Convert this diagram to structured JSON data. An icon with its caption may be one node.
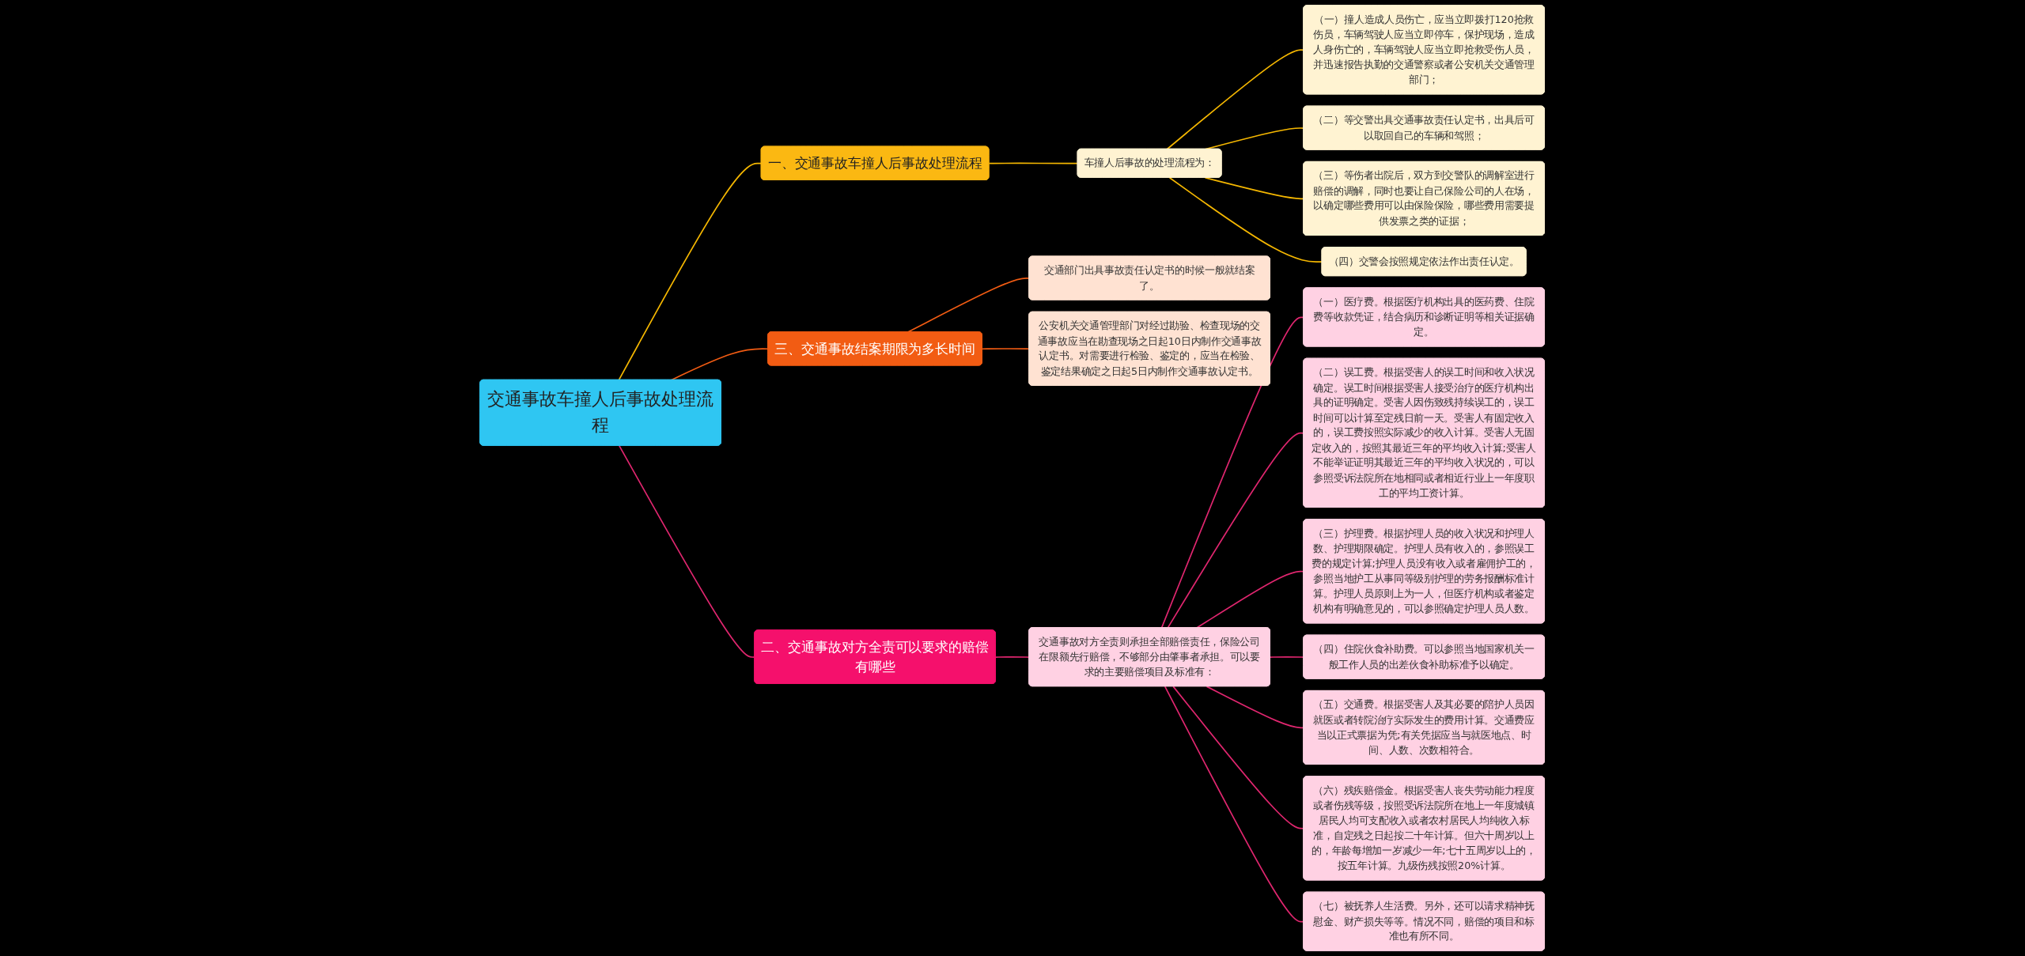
{
  "diagram": {
    "nodes": [
      {
        "text": [
          "交通事故车撞人后事故处理流程"
        ]
      },
      {
        "text": [
          "一、交通事故车撞人后事故处理流程"
        ]
      },
      {
        "text": [
          "车撞人后事故的处理流程为："
        ]
      },
      {
        "text": [
          "（一）撞人造成人员伤亡，应当立即拨打120抢救伤员，车辆驾驶人应当立即停车，保护现场，造成人身伤亡的，车辆驾驶人应当立即抢救受伤人员，并迅速报告执勤的交通警察或者公安机关交通管理部门；"
        ]
      },
      {
        "text": [
          "（二）等交警出具交通事故责任认定书，出具后可以取回自己的车辆和驾照；"
        ]
      },
      {
        "text": [
          "（三）等伤者出院后，双方到交警队的调解室进行赔偿的调解，同时也要让自己保险公司的人在场，以确定哪些费用可以由保险保险，哪些费用需要提供发票之类的证据；"
        ]
      },
      {
        "text": [
          "（四）交警会按照规定依法作出责任认定。"
        ]
      },
      {
        "text": [
          "三、交通事故结案期限为多长时间"
        ]
      },
      {
        "text": [
          "交通部门出具事故责任认定书的时候一般就结案了。"
        ]
      },
      {
        "text": [
          "公安机关交通管理部门对经过勘验、检查现场的交通事故应当在勘查现场之日起10日内制作交通事故认定书。对需要进行检验、鉴定的，应当在检验、鉴定结果确定之日起5日内制作交通事故认定书。"
        ]
      },
      {
        "text": [
          "二、交通事故对方全责可以要求的赔偿有哪些"
        ]
      },
      {
        "text": [
          "交通事故对方全责则承担全部赔偿责任，保险公司在限额先行赔偿，不够部分由肇事者承担。可以要求的主要赔偿项目及标准有："
        ]
      },
      {
        "text": [
          "（一）医疗费。根据医疗机构出具的医药费、住院费等收款凭证，结合病历和诊断证明等相关证据确定。"
        ]
      },
      {
        "text": [
          "（二）误工费。根据受害人的误工时间和收入状况确定。误工时间根据受害人接受治疗的医疗机构出具的证明确定。受害人因伤致残持续误工的，误工时间可以计算至定残日前一天。受害人有固定收入的，误工费按照实际减少的收入计算。受害人无固定收入的，按照其最近三年的平均收入计算;受害人不能举证证明其最近三年的平均收入状况的，可以参照受诉法院所在地相同或者相近行业上一年度职工的平均工资计算。"
        ]
      },
      {
        "text": [
          "（三）护理费。根据护理人员的收入状况和护理人数、护理期限确定。护理人员有收入的，参照误工费的规定计算;护理人员没有收入或者雇佣护工的，参照当地护工从事同等级别护理的劳务报酬标准计算。护理人员原则上为一人，但医疗机构或者鉴定机构有明确意见的，可以参照确定护理人员人数。"
        ]
      },
      {
        "text": [
          "（四）住院伙食补助费。可以参照当地国家机关一般工作人员的出差伙食补助标准予以确定。"
        ]
      },
      {
        "text": [
          "（五）交通费。根据受害人及其必要的陪护人员因就医或者转院治疗实际发生的费用计算。交通费应当以正式票据为凭;有关凭据应当与就医地点、时间、人数、次数相符合。"
        ]
      },
      {
        "text": [
          "（六）残疾赔偿金。根据受害人丧失劳动能力程度或者伤残等级，按照受诉法院所在地上一年度城镇居民人均可支配收入或者农村居民人均纯收入标准，自定残之日起按二十年计算。但六十周岁以上的，年龄每增加一岁减少一年;七十五周岁以上的，按五年计算。九级伤残按照20%计算。"
        ]
      },
      {
        "text": [
          "（七）被抚养人生活费。另外，还可以请求精神抚慰金、财产损失等等。情况不同，赔偿的项目和标准也有所不同。"
        ]
      }
    ],
    "edges": [
      {
        "from": 0,
        "to": 1,
        "arrow": "none",
        "color": "#f5b700"
      },
      {
        "from": 1,
        "to": 2,
        "arrow": "none",
        "color": "#f5b700"
      },
      {
        "from": 2,
        "to": 3,
        "arrow": "none",
        "color": "#f5b700"
      },
      {
        "from": 2,
        "to": 4,
        "arrow": "none",
        "color": "#f5b700"
      },
      {
        "from": 2,
        "to": 5,
        "arrow": "none",
        "color": "#f5b700"
      },
      {
        "from": 2,
        "to": 6,
        "arrow": "none",
        "color": "#f5b700"
      },
      {
        "from": 0,
        "to": 7,
        "arrow": "none",
        "color": "#f25c13"
      },
      {
        "from": 7,
        "to": 8,
        "arrow": "none",
        "color": "#f25c13"
      },
      {
        "from": 7,
        "to": 9,
        "arrow": "none",
        "color": "#f25c13"
      },
      {
        "from": 0,
        "to": 10,
        "arrow": "none"
      },
      {
        "from": 10,
        "to": 11,
        "arrow": "none"
      },
      {
        "from": 11,
        "to": 12,
        "arrow": "none"
      },
      {
        "from": 11,
        "to": 13,
        "arrow": "none"
      },
      {
        "from": 11,
        "to": 14,
        "arrow": "none"
      },
      {
        "from": 11,
        "to": 15,
        "arrow": "none"
      },
      {
        "from": 11,
        "to": 16,
        "arrow": "none"
      },
      {
        "from": 11,
        "to": 17,
        "arrow": "none"
      },
      {
        "from": 11,
        "to": 18,
        "arrow": "none"
      }
    ]
  }
}
